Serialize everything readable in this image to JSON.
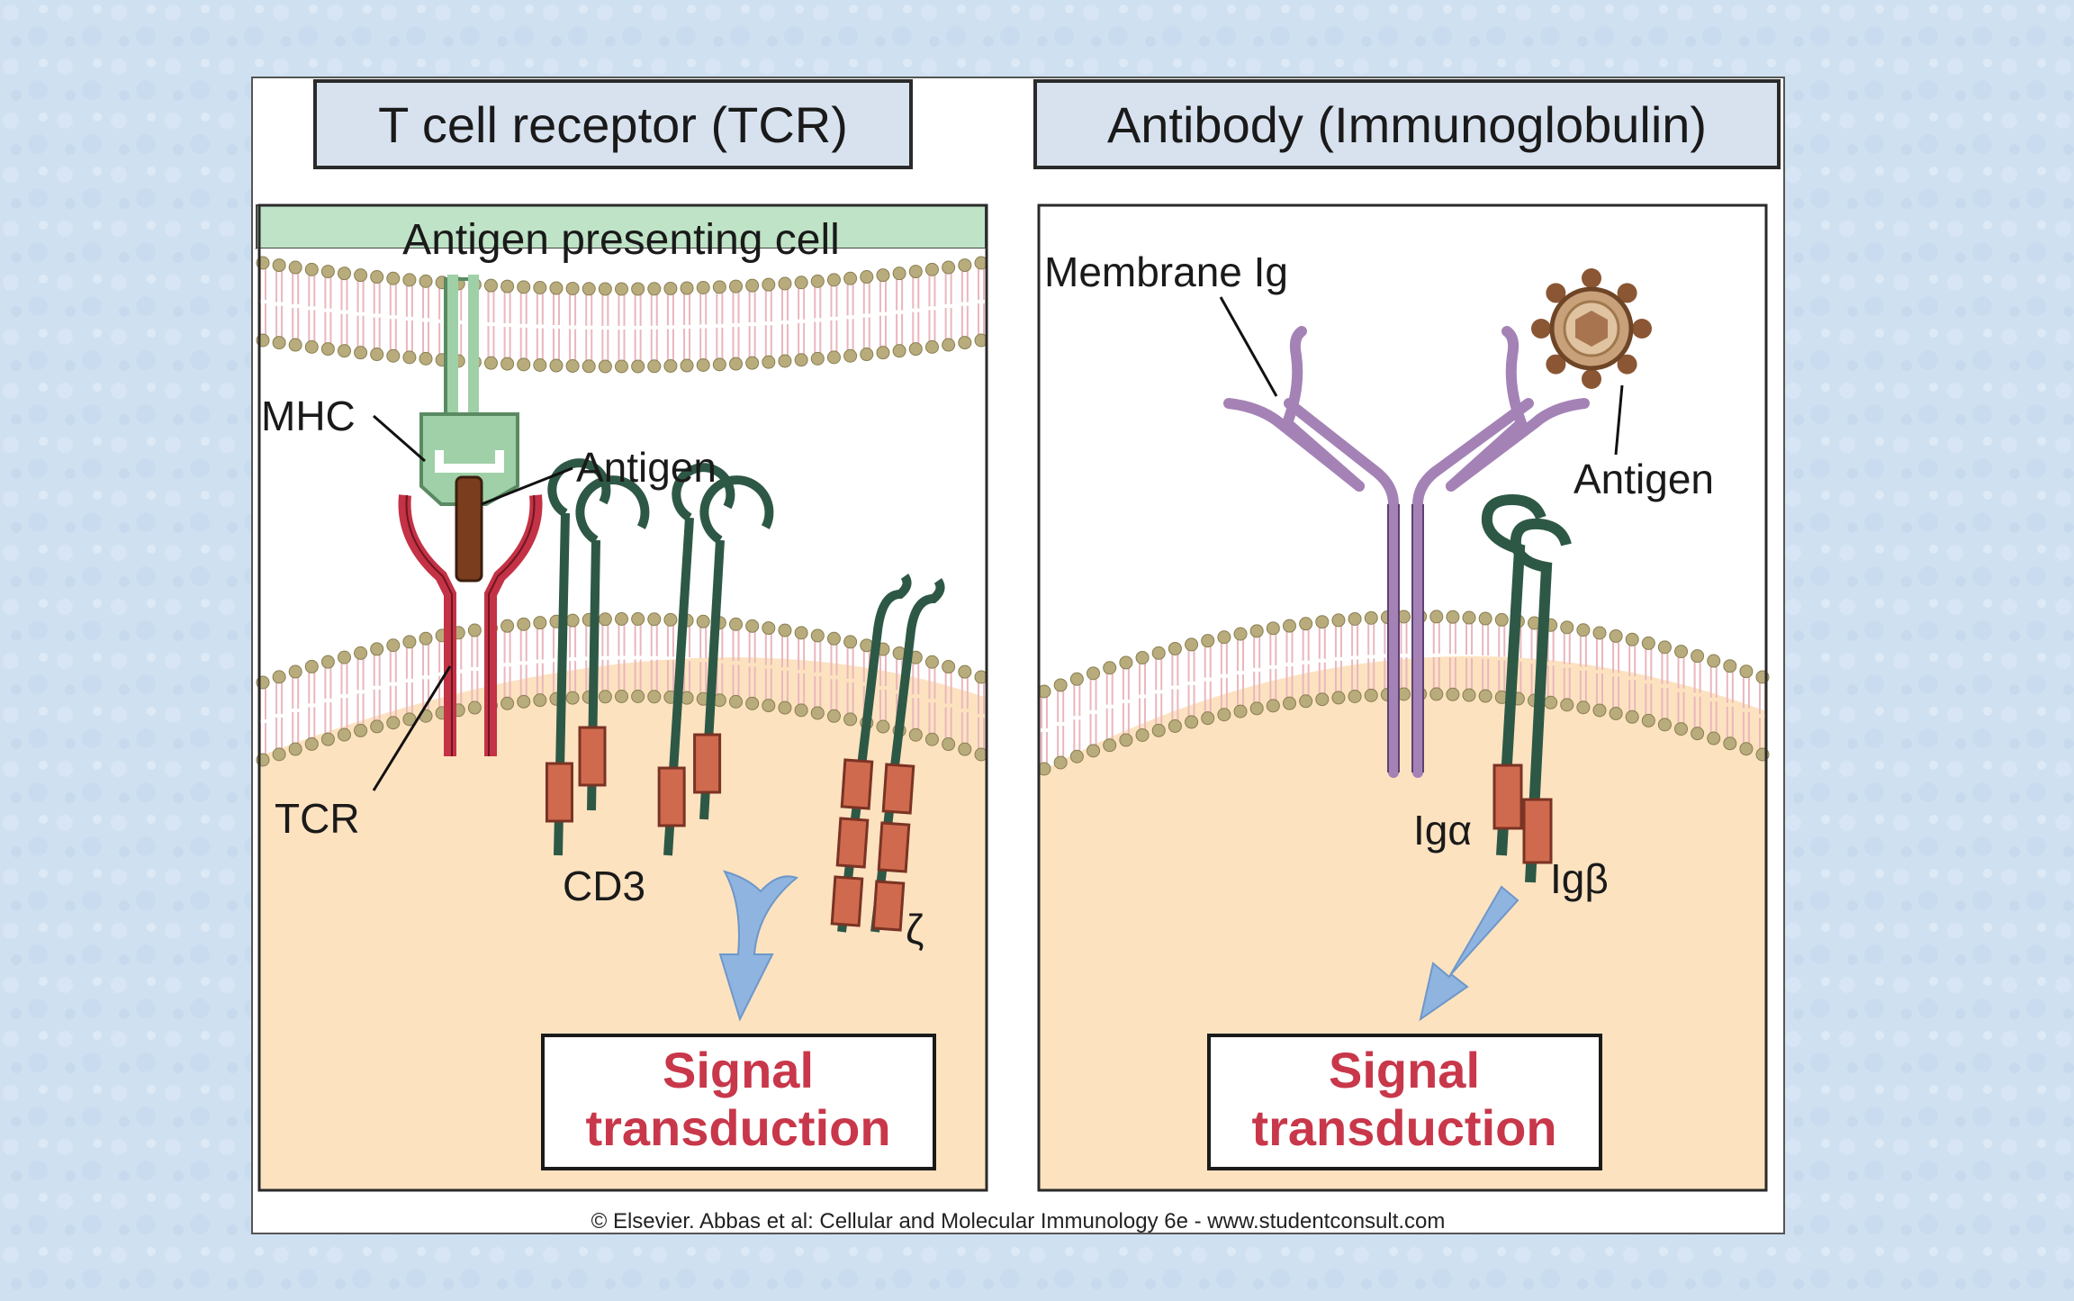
{
  "left_panel": {
    "title": "T cell receptor (TCR)",
    "apc_label": "Antigen presenting cell",
    "labels": {
      "mhc": "MHC",
      "antigen": "Antigen",
      "tcr": "TCR",
      "cd3": "CD3",
      "zeta": "ζ"
    },
    "signal_line1": "Signal",
    "signal_line2": "transduction"
  },
  "right_panel": {
    "title": "Antibody (Immunoglobulin)",
    "labels": {
      "membrane_ig": "Membrane Ig",
      "antigen": "Antigen",
      "ig_alpha": "Igα",
      "ig_beta": "Igβ"
    },
    "signal_line1": "Signal",
    "signal_line2": "transduction"
  },
  "footer": {
    "copyright": "© Elsevier. Abbas et al: Cellular and Molecular Immunology 6e - www.studentconsult.com"
  },
  "colors": {
    "background": "#cfe0f1",
    "apc": "#bfe3c6",
    "cytoplasm": "#fde2c0",
    "panel_border": "#2a2a2a",
    "title_box": "#d8e2ef",
    "lipid_head": "#b8ac7c",
    "lipid_tail": "#e9b7bd",
    "tcr": "#c43246",
    "mhc": "#9fd0a8",
    "antigen": "#7a3e1e",
    "cd3": "#2e5846",
    "itam": "#cf6a4e",
    "ig": "#a482b6",
    "arrow": "#8fb4e0",
    "signal_text": "#c8374a"
  }
}
